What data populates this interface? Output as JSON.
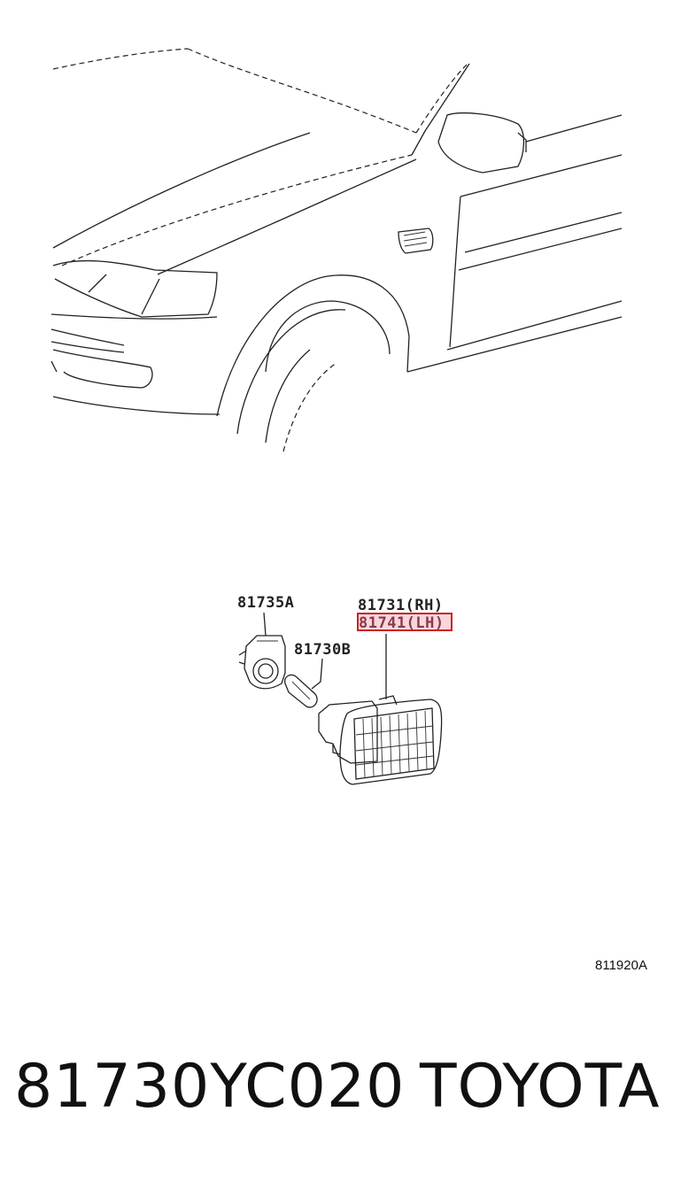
{
  "callouts": {
    "socket": "81735A",
    "bulb": "81730B",
    "lamp_rh": "81731(RH)",
    "lamp_lh": "81741(LH)"
  },
  "reference_code": "811920A",
  "footer": {
    "part_number": "81730YC020",
    "brand": "TOYOTA"
  },
  "colors": {
    "highlight_border": "#cc2222",
    "highlight_fill": "#f7d6dc"
  }
}
